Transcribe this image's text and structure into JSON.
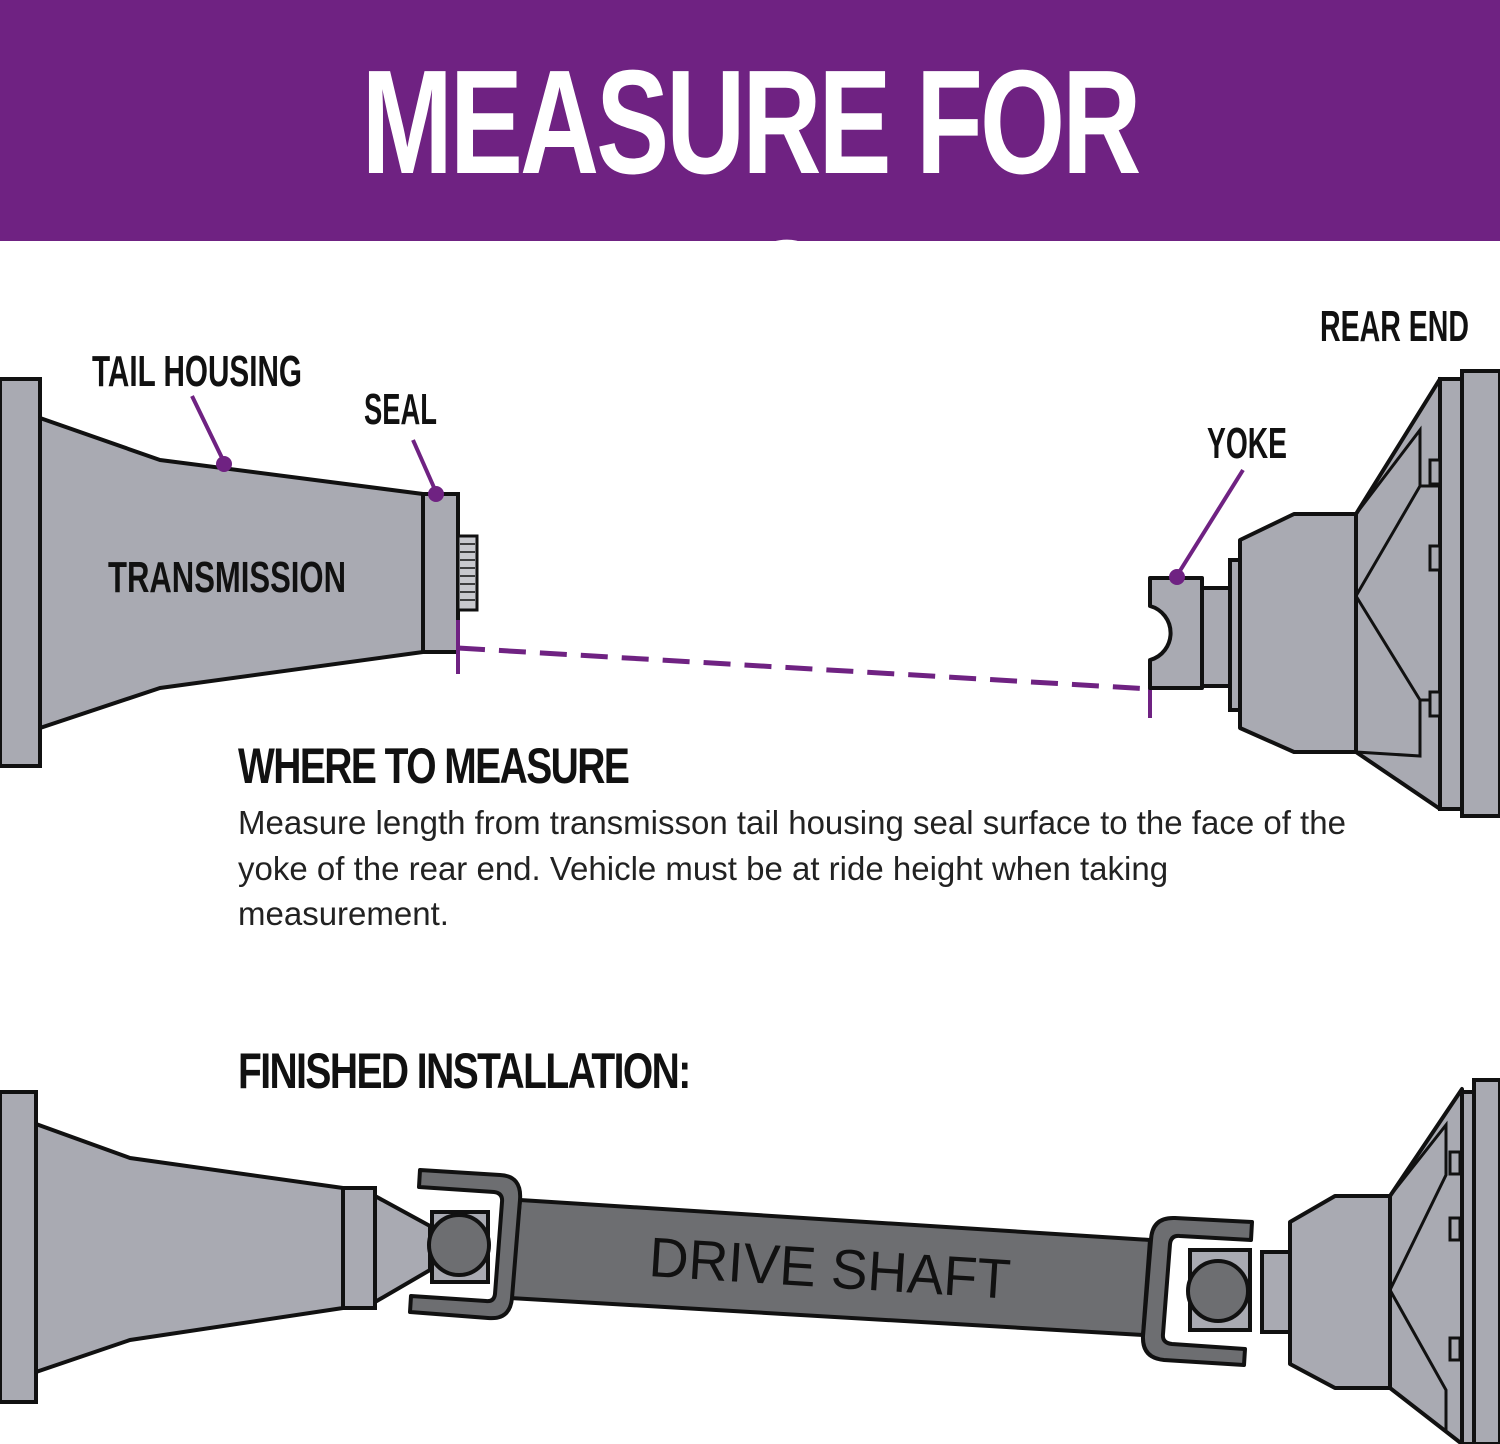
{
  "title": "MEASURE FOR LENGTH",
  "labels": {
    "tail_housing": "TAIL HOUSING",
    "seal": "SEAL",
    "transmission": "TRANSMISSION",
    "yoke": "YOKE",
    "rear_end": "REAR END",
    "drive_shaft": "DRIVE SHAFT"
  },
  "where_to_measure": {
    "heading": "WHERE TO MEASURE",
    "body": "Measure length from transmisson tail housing seal surface to the face of the yoke of the rear end. Vehicle must be at ride height when taking measurement."
  },
  "finished_installation": {
    "heading": "FINISHED INSTALLATION:"
  },
  "colors": {
    "banner": "#6f2282",
    "accent": "#6f2282",
    "part_fill": "#a9aab2",
    "shaft_fill": "#6d6e71",
    "outline": "#111111"
  }
}
